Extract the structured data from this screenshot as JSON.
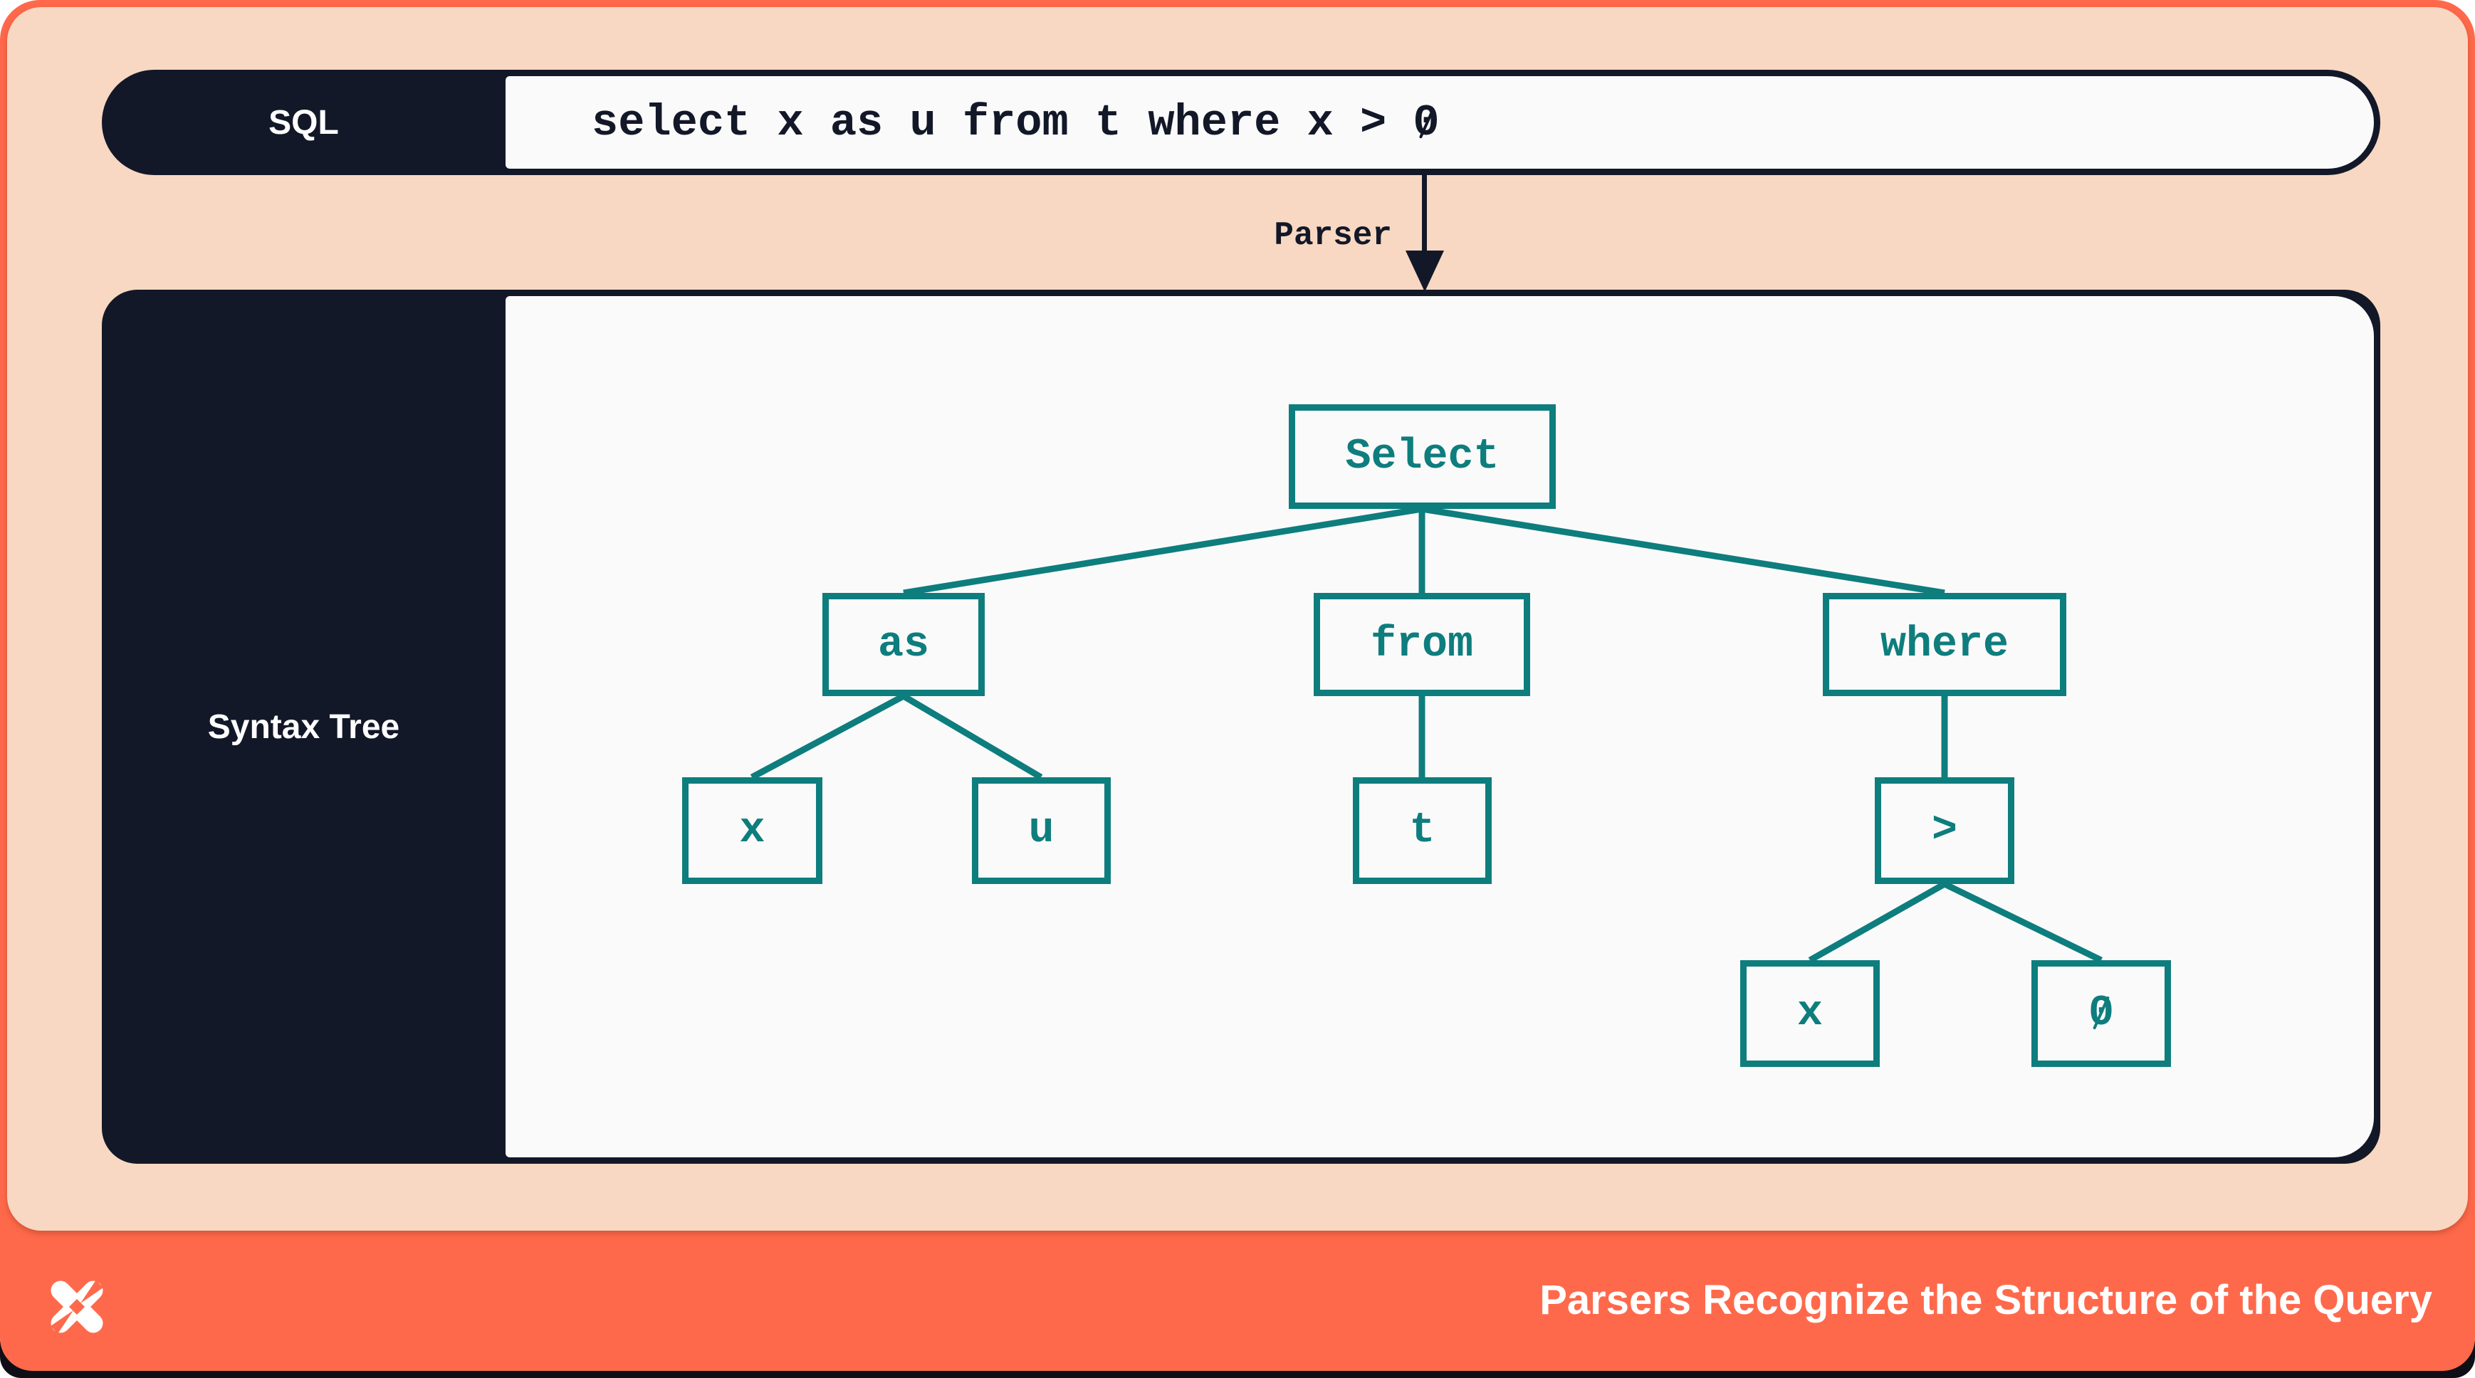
{
  "sql_bar": {
    "label": "SQL",
    "query": "select x as u from t where x > 0"
  },
  "parser": {
    "label": "Parser"
  },
  "tree_panel": {
    "label": "Syntax Tree"
  },
  "tree": {
    "nodes": [
      {
        "id": "select",
        "label": "Select"
      },
      {
        "id": "as",
        "label": "as"
      },
      {
        "id": "from",
        "label": "from"
      },
      {
        "id": "where",
        "label": "where"
      },
      {
        "id": "x-alias",
        "label": "x"
      },
      {
        "id": "u",
        "label": "u"
      },
      {
        "id": "t",
        "label": "t"
      },
      {
        "id": "gt",
        "label": ">"
      },
      {
        "id": "x-cond",
        "label": "x"
      },
      {
        "id": "zero",
        "label": "0"
      }
    ],
    "edges": [
      [
        "select",
        "as"
      ],
      [
        "select",
        "from"
      ],
      [
        "select",
        "where"
      ],
      [
        "as",
        "x-alias"
      ],
      [
        "as",
        "u"
      ],
      [
        "from",
        "t"
      ],
      [
        "where",
        "gt"
      ],
      [
        "gt",
        "x-cond"
      ],
      [
        "gt",
        "zero"
      ]
    ]
  },
  "footer": {
    "title": "Parsers Recognize the Structure of the Query",
    "logo": "dbt-logo"
  },
  "colors": {
    "orange": "#FF694B",
    "peach": "#F8D8C2",
    "navy": "#131828",
    "teal": "#0E7D7D",
    "panel_white": "#FAFAFB"
  }
}
